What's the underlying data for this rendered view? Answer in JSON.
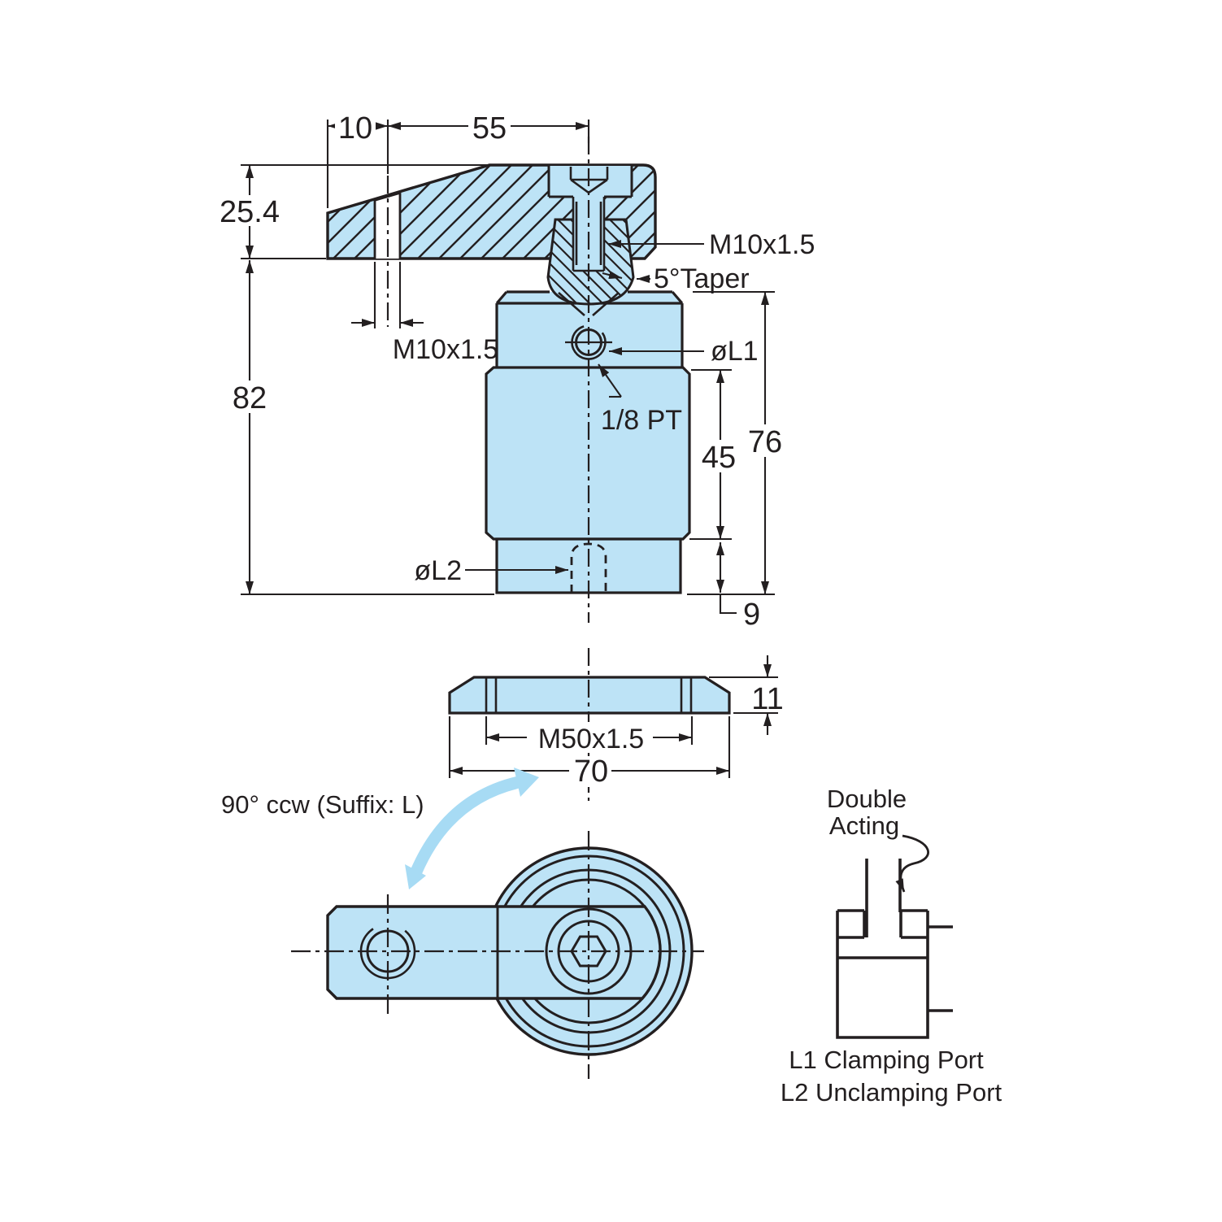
{
  "title": "Swing clamp cylinder technical drawing",
  "colors": {
    "part_fill": "#bde3f6",
    "line": "#231f20",
    "rotation_arrow": "#a7dbf4",
    "background": "#ffffff"
  },
  "views": {
    "front": {
      "dims": {
        "arm_edge_to_hole": "10",
        "hole_to_center": "55",
        "arm_height": "25.4",
        "arm_bottom_to_base": "82",
        "thread_length": "45",
        "body_height": "76",
        "lower_step": "9"
      },
      "labels": {
        "arm_thread": "M10x1.5",
        "screw_thread": "M10x1.5",
        "taper": "5°Taper",
        "port1_dia": "øL1",
        "port1_size": "1/8 PT",
        "port2_dia": "øL2"
      }
    },
    "flange": {
      "dims": {
        "thickness": "11",
        "thread": "M50x1.5",
        "outer_width": "70"
      }
    },
    "top": {
      "rotation_note": "90° ccw (Suffix: L)"
    },
    "schematic": {
      "acting_line1": "Double",
      "acting_line2": "Acting",
      "port_l1": "L1 Clamping Port",
      "port_l2": "L2 Unclamping Port"
    }
  }
}
